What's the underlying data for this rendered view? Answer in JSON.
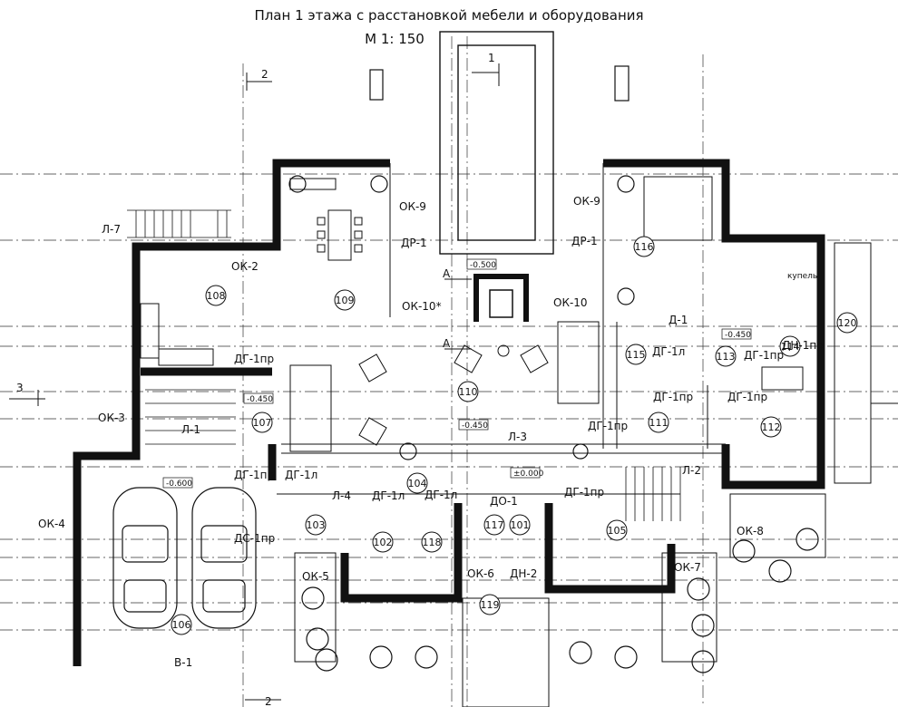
{
  "title": "План 1 этажа с расстановкой мебели и оборудования",
  "scale": "М  1: 150",
  "axes": [
    "1",
    "2",
    "3",
    "А"
  ],
  "rooms": [
    "101",
    "102",
    "103",
    "104",
    "105",
    "106",
    "107",
    "108",
    "109",
    "110",
    "111",
    "112",
    "113",
    "114",
    "115",
    "116",
    "117",
    "118",
    "119",
    "120"
  ],
  "openings": {
    "windows": [
      "ОК-2",
      "ОК-3",
      "ОК-4",
      "ОК-5",
      "ОК-6",
      "ОК-7",
      "ОК-8",
      "ОК-9",
      "ОК-9",
      "ОК-10",
      "ОК-10*"
    ],
    "doors": [
      "ДР-1",
      "ДР-1",
      "Д-1",
      "ДГ-1пр",
      "ДГ-1пр",
      "ДГ-1пр",
      "ДГ-1пр",
      "ДГ-1пр",
      "ДГ-1пр",
      "ДГ-1пр",
      "ДГ-1л",
      "ДГ-1л",
      "ДГ-1л",
      "ДГ-1л",
      "ДО-1",
      "ДН-1пр",
      "ДН-2",
      "ДС-1пр",
      "В-1"
    ],
    "stairs_ladders": [
      "Л-1",
      "Л-2",
      "Л-3",
      "Л-4",
      "Л-7"
    ]
  },
  "levels": [
    "-0.500",
    "-0.450",
    "-0.450",
    "-0.450",
    "-0.600",
    "±0.000"
  ],
  "labels": {
    "kupel": "купель"
  }
}
